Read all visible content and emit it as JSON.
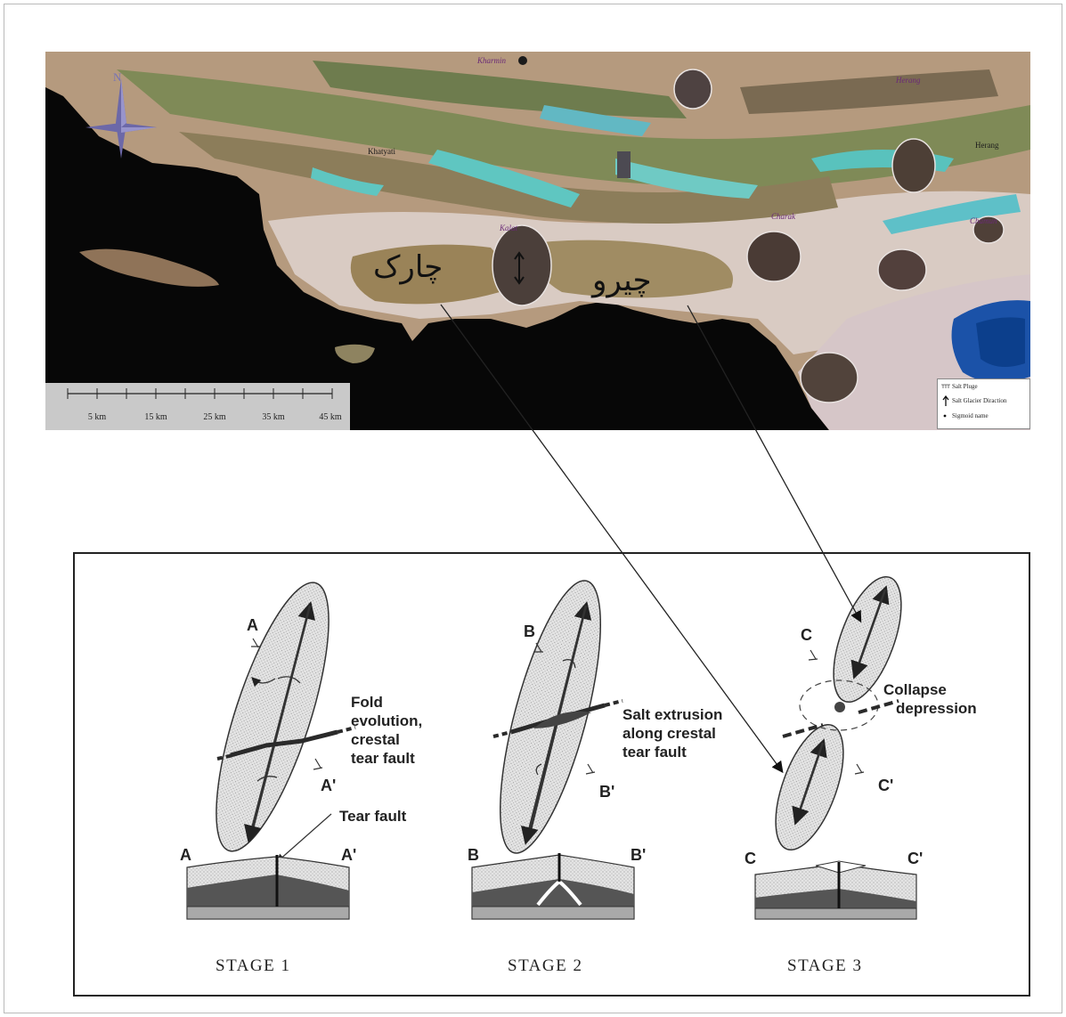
{
  "map": {
    "farsi_labels": {
      "charak": "چارک",
      "chiru": "چیرو"
    },
    "place_labels": {
      "kharmin": "Kharmin",
      "khatyati": "Khatyati",
      "kalat": "Kalat",
      "charak": "Charak",
      "chamun": "Chamun",
      "herang": "Herang",
      "herang_top": "Herang"
    },
    "compass": {
      "label": "N"
    },
    "scale": {
      "ticks": [
        "5 km",
        "15 km",
        "25 km",
        "35 km",
        "45 km"
      ]
    },
    "legend": {
      "salt_plug": "Salt Pluge",
      "salt_glacier": "Salt Glacier Diraction",
      "sigmoid": "Sigmoid name"
    },
    "colors": {
      "sea": "#070707",
      "land": "#b59a7e",
      "ridge": "#6f7d4e",
      "salt": "#e9e2df",
      "cyan": "#60c5c0",
      "blue_lake": "#1b52a8"
    }
  },
  "diagram": {
    "stage1": {
      "label": "STAGE  1",
      "point_a": "A",
      "point_a_prime": "A'",
      "section_left": "A",
      "section_right": "A'",
      "annotation": [
        "Fold",
        "evolution,",
        "crestal",
        "tear fault"
      ],
      "tear_fault_label": "Tear fault"
    },
    "stage2": {
      "label": "STAGE  2",
      "point_b": "B",
      "point_b_prime": "B'",
      "section_left": "B",
      "section_right": "B'",
      "annotation": [
        "Salt extrusion",
        "along crestal",
        "tear fault"
      ]
    },
    "stage3": {
      "label": "STAGE  3",
      "point_c": "C",
      "point_c_prime": "C'",
      "section_left": "C",
      "section_right": "C'",
      "annotation": [
        "Collapse",
        "depression"
      ]
    }
  }
}
